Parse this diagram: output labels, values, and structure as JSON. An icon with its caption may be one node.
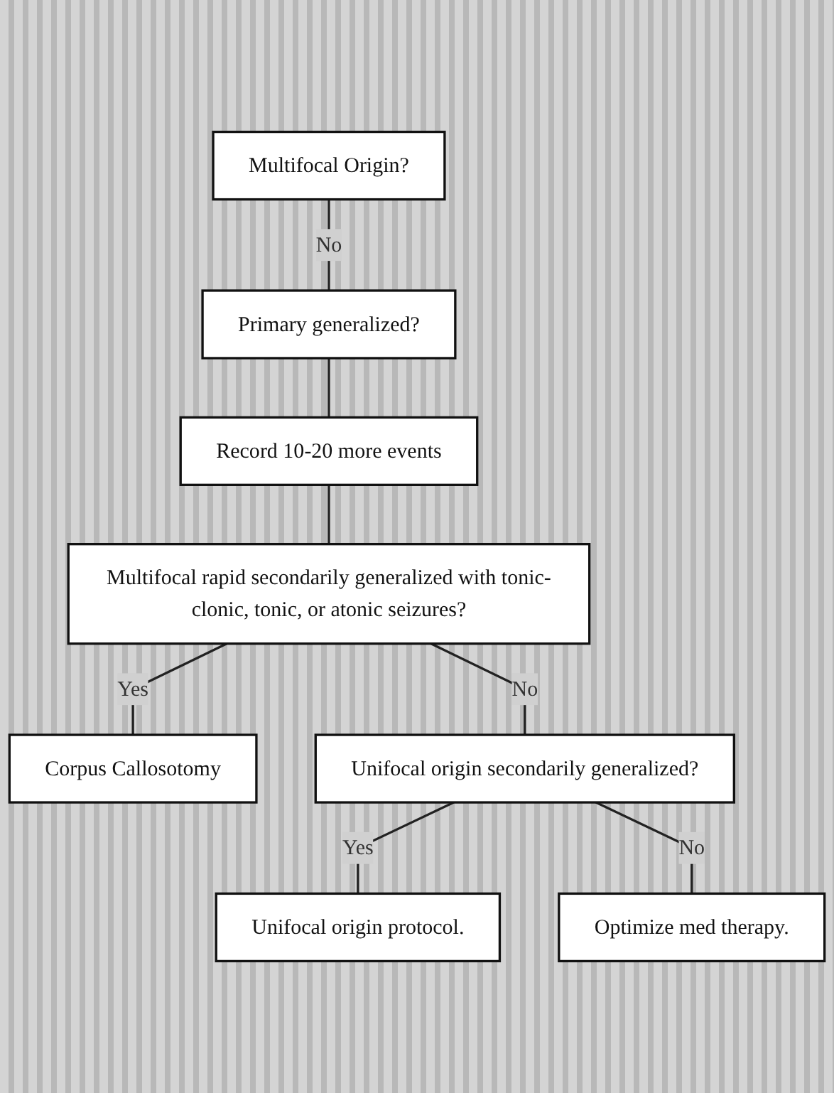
{
  "diagram": {
    "nodes": [
      {
        "text": [
          "Multifocal Origin?"
        ]
      },
      {
        "text": [
          "Primary generalized?"
        ]
      },
      {
        "text": [
          "Record 10-20 more events"
        ]
      },
      {
        "text": [
          "Multifocal rapid secondarily generalized with tonic-clonic, tonic, or atonic seizures?"
        ]
      },
      {
        "text": [
          "Corpus Callosotomy"
        ]
      },
      {
        "text": [
          "Unifocal origin secondarily generalized?"
        ]
      },
      {
        "text": [
          "Unifocal origin protocol."
        ]
      },
      {
        "text": [
          "Optimize med therapy."
        ]
      }
    ],
    "edges": [
      {
        "from": 0,
        "to": 1,
        "arrow": "none",
        "label": "No"
      },
      {
        "from": 1,
        "to": 2,
        "arrow": "none"
      },
      {
        "from": 2,
        "to": 3,
        "arrow": "none"
      },
      {
        "from": 3,
        "to": 4,
        "arrow": "none",
        "label": "Yes"
      },
      {
        "from": 3,
        "to": 5,
        "arrow": "none",
        "label": "No"
      },
      {
        "from": 5,
        "to": 6,
        "arrow": "none",
        "label": "Yes"
      },
      {
        "from": 5,
        "to": 7,
        "arrow": "none",
        "label": "No"
      }
    ]
  }
}
